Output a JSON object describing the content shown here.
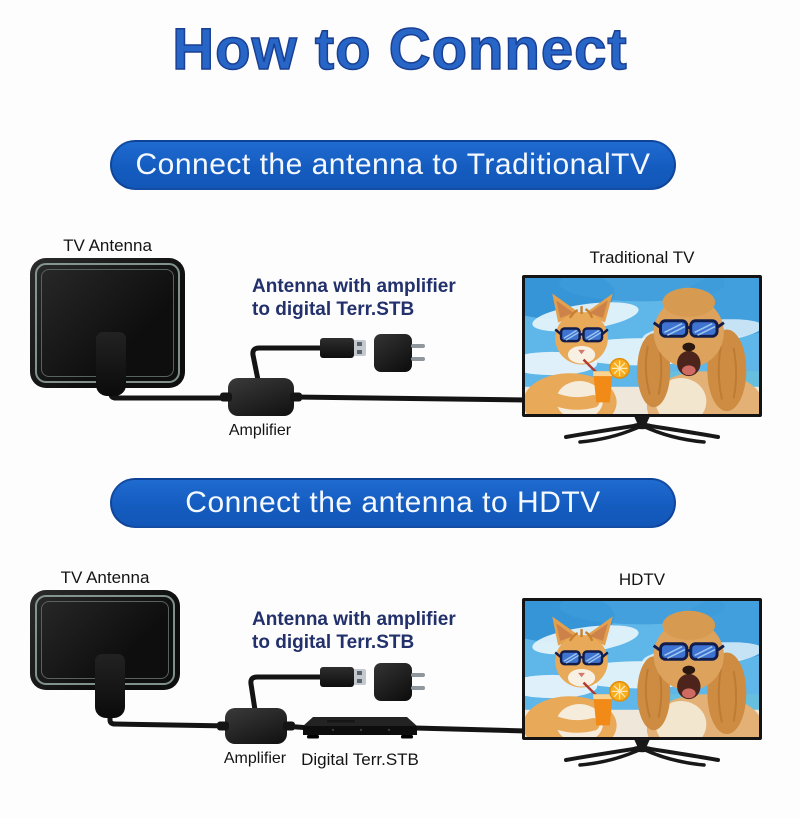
{
  "title": "How to Connect",
  "sections": [
    {
      "banner": "Connect the antenna to TraditionalTV",
      "antenna_label": "TV Antenna",
      "note_line1": "Antenna with amplifier",
      "note_line2": "to digital Terr.STB",
      "amplifier_label": "Amplifier",
      "tv_label": "Traditional TV"
    },
    {
      "banner": "Connect the antenna to HDTV",
      "antenna_label": "TV Antenna",
      "note_line1": "Antenna with amplifier",
      "note_line2": "to digital Terr.STB",
      "amplifier_label": "Amplifier",
      "stb_label": "Digital Terr.STB",
      "tv_label": "HDTV"
    }
  ],
  "colors": {
    "title_blue": "#2765c6",
    "banner_blue": "#155cc0",
    "note_navy": "#22306b",
    "cable_black": "#141414"
  }
}
